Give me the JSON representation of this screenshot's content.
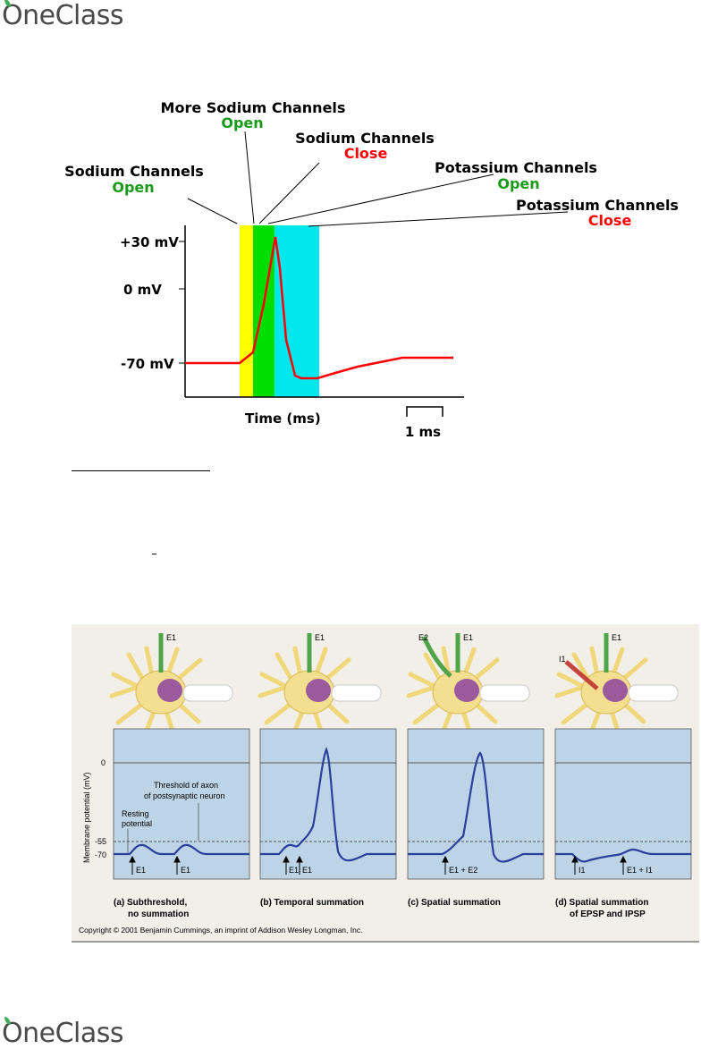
{
  "brand": {
    "name": "OneClass"
  },
  "action_potential": {
    "annotations": [
      {
        "title": "Sodium Channels",
        "state": "Open",
        "state_color": "#1a9a1a"
      },
      {
        "title": "More Sodium Channels",
        "state": "Open",
        "state_color": "#1a9a1a"
      },
      {
        "title": "Sodium Channels",
        "state": "Close",
        "state_color": "#ff0000"
      },
      {
        "title": "Potassium Channels",
        "state": "Open",
        "state_color": "#1a9a1a"
      },
      {
        "title": "Potassium Channels",
        "state": "Close",
        "state_color": "#ff0000"
      }
    ],
    "y_labels": [
      "+30 mV",
      "0 mV",
      "-70 mV"
    ],
    "x_label": "Time (ms)",
    "scale_label": "1 ms",
    "phase_colors": [
      "#ffff00",
      "#00dd00",
      "#00e8ee"
    ],
    "trace_color": "#ff0000"
  },
  "summation_figure": {
    "y_axis_label": "Membrane potential (mV)",
    "y_ticks": [
      "0",
      "-55",
      "-70"
    ],
    "panel_a_labels": {
      "threshold": [
        "Threshold of axon",
        "of postsynaptic neuron"
      ],
      "resting": [
        "Resting",
        "potential"
      ]
    },
    "neurons": [
      {
        "inputs": [
          "E1"
        ]
      },
      {
        "inputs": [
          "E1"
        ]
      },
      {
        "inputs": [
          "E2",
          "E1"
        ]
      },
      {
        "inputs": [
          "I1",
          "E1"
        ]
      }
    ],
    "panels": [
      {
        "arrows": [
          "E1",
          "E1"
        ],
        "caption": [
          "(a) Subthreshold,",
          "no summation"
        ]
      },
      {
        "arrows": [
          "E1",
          "E1"
        ],
        "caption": [
          "(b) Temporal summation"
        ]
      },
      {
        "arrows": [
          "E1 + E2"
        ],
        "caption": [
          "(c) Spatial summation"
        ]
      },
      {
        "arrows": [
          "I1",
          "E1 + I1"
        ],
        "caption": [
          "(d) Spatial summation",
          "of EPSP and IPSP"
        ]
      }
    ],
    "copyright": "Copyright © 2001 Benjamin Cummings, an imprint of Addison Wesley Longman, Inc.",
    "panel_color": "#bdd3e6",
    "trace_color": "#2b3f9c"
  }
}
